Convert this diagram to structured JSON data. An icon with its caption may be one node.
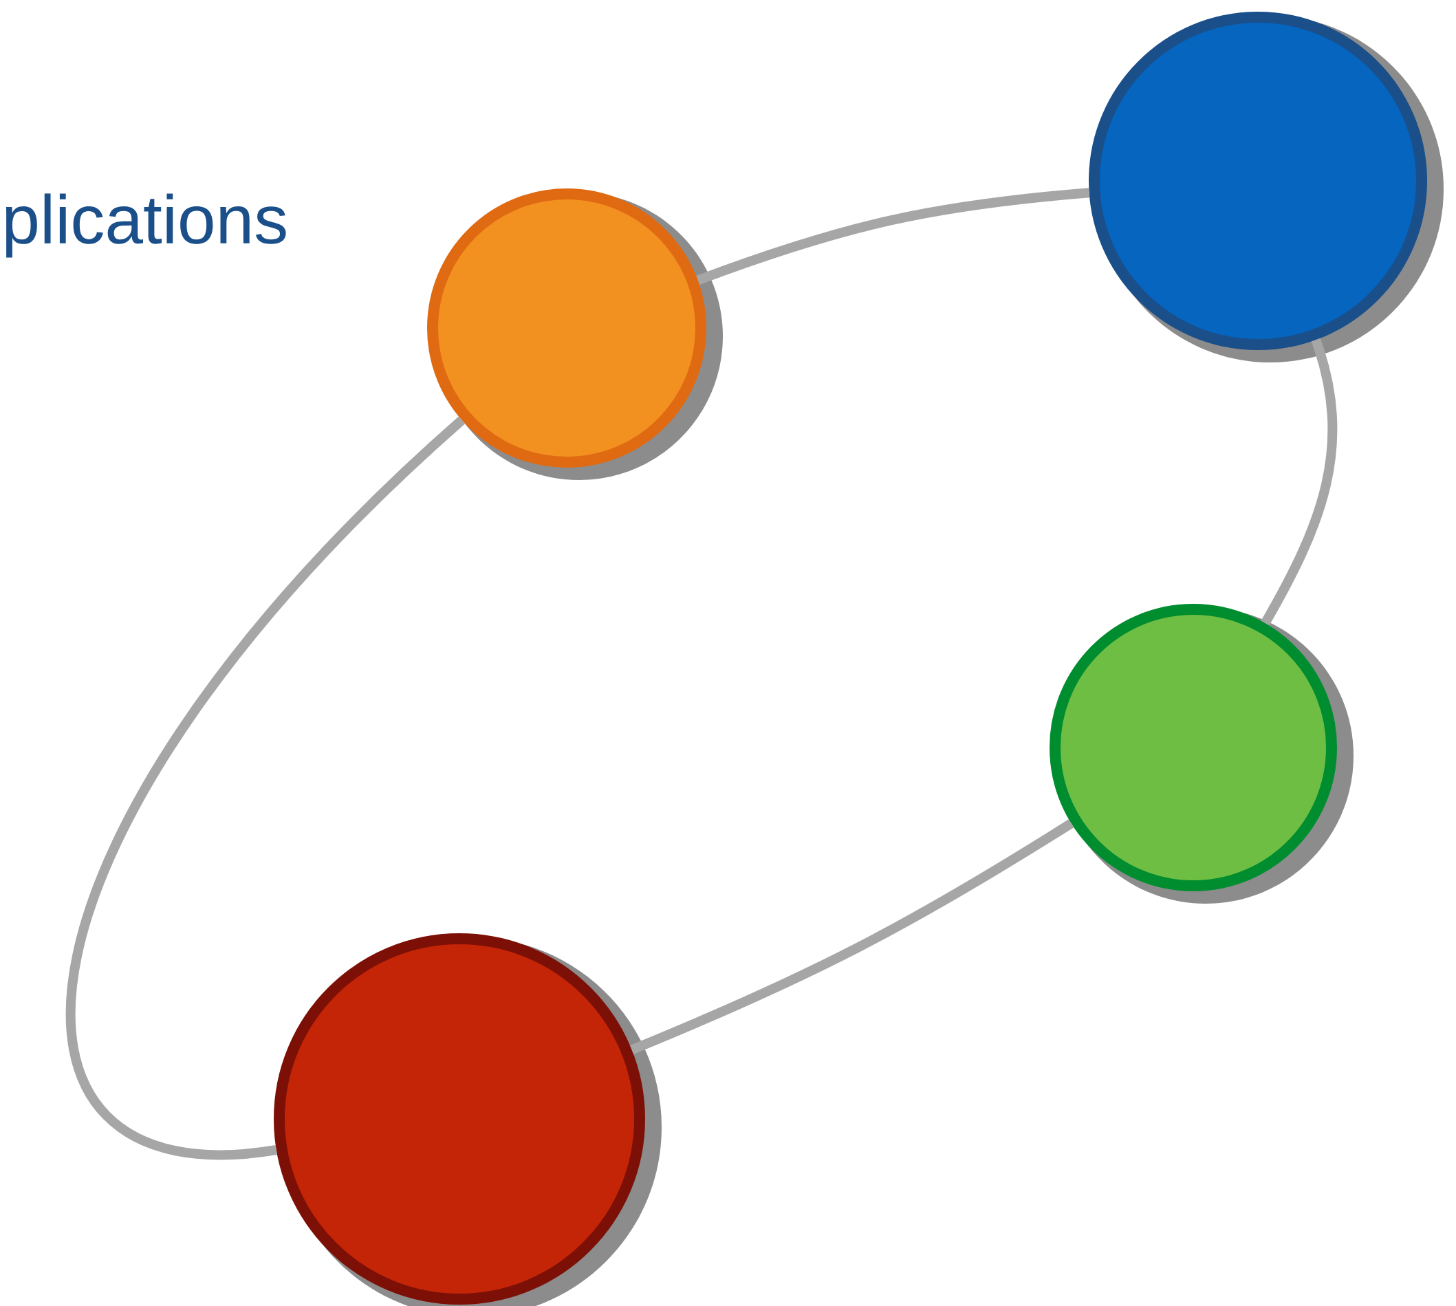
{
  "diagram": {
    "nodes": [
      {
        "text": [],
        "shape": "circle"
      },
      {
        "text": [],
        "shape": "circle"
      },
      {
        "text": [],
        "shape": "circle"
      },
      {
        "text": [],
        "shape": "circle"
      }
    ],
    "edges": [
      {
        "from": 0,
        "to": 1,
        "arrow": "none"
      },
      {
        "from": 1,
        "to": 2,
        "arrow": "none"
      },
      {
        "from": 2,
        "to": 3,
        "arrow": "none"
      },
      {
        "from": 3,
        "to": 0,
        "arrow": "none"
      }
    ],
    "labels": [
      "plications"
    ]
  }
}
